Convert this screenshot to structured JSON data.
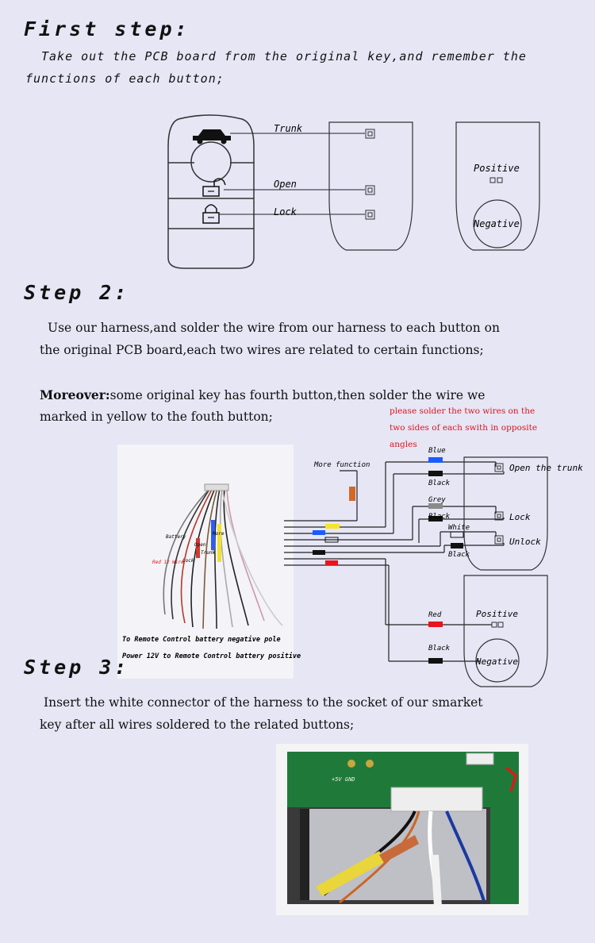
{
  "step1": {
    "heading": "First step:",
    "line1": "Take out the PCB board from the original key,and remember the",
    "line2": "functions of each button;",
    "labels": {
      "trunk": "Trunk",
      "open": "Open",
      "lock": "Lock",
      "positive": "Positive",
      "negative": "Negative"
    }
  },
  "step2": {
    "heading": "Step 2:",
    "line1": "Use our harness,and solder the wire from our harness to each button on",
    "line2": "the original PCB board,each two wires are related to certain functions;",
    "moreover_label": "Moreover:",
    "moreover_line1": "some original key has fourth button,then solder the wire we",
    "moreover_line2": "marked in yellow to the fouth button;",
    "red_note": [
      "please solder the two wires on the",
      "two sides of each swith in opposite",
      "angles"
    ],
    "wire_labels": {
      "more_function": "More function",
      "blue": "Blue",
      "black1": "Black",
      "grey": "Grey",
      "black2": "Black",
      "white": "White",
      "black3": "Black",
      "red": "Red",
      "black4": "Black"
    },
    "switch_labels": {
      "open_trunk": "Open the trunk",
      "lock": "Lock",
      "unlock": "Unlock",
      "positive": "Positive",
      "negative": "Negative"
    },
    "photo_labels": {
      "battery": "Battery",
      "open": "Open",
      "more": "More",
      "trunk": "Trunk",
      "lock": "Lock",
      "red12": "Red 12 Wire",
      "caption1": "To Remote Control battery negative pole",
      "caption2": "Power 12V to Remote Control battery positive"
    }
  },
  "step3": {
    "heading": "Step 3:",
    "line1": "Insert the white connector of the harness to the socket of our smarket",
    "line2": "key after all wires soldered to the related buttons;",
    "board_silk": "+5V GND"
  },
  "colors": {
    "background": "#e6e6f5",
    "blue": "#1a5cff",
    "grey": "#8a8a8a",
    "red": "#e8141e",
    "yellow": "#f5e52a",
    "orange": "#d2692a",
    "pcb_green": "#1f7a3a"
  }
}
